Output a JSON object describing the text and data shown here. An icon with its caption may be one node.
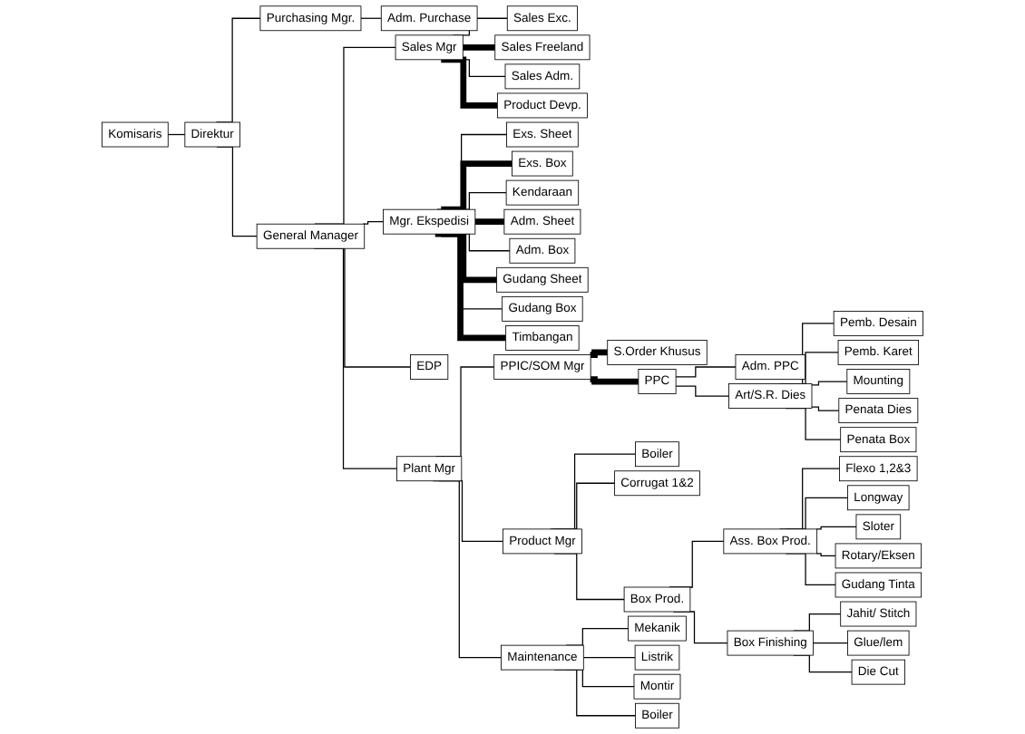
{
  "diagram": {
    "nodes": [
      {
        "text": [
          "Komisaris"
        ]
      },
      {
        "text": [
          "Direktur"
        ]
      },
      {
        "text": [
          "Purchasing Mgr."
        ]
      },
      {
        "text": [
          "Adm. Purchase"
        ]
      },
      {
        "text": [
          "General Manager"
        ]
      },
      {
        "text": [
          "Sales Mgr"
        ]
      },
      {
        "text": [
          "Mgr. Ekspedisi"
        ]
      },
      {
        "text": [
          "EDP"
        ]
      },
      {
        "text": [
          "Plant Mgr"
        ]
      },
      {
        "text": [
          "Sales Exc."
        ]
      },
      {
        "text": [
          "Exs. Sheet"
        ]
      },
      {
        "text": [
          "PPIC/SOM Mgr"
        ]
      },
      {
        "text": [
          "Product Mgr"
        ]
      },
      {
        "text": [
          "Maintenance"
        ]
      },
      {
        "text": [
          "Sales Freeland"
        ]
      },
      {
        "text": [
          "Exs. Box"
        ]
      },
      {
        "text": [
          "S.Order Khusus"
        ]
      },
      {
        "text": [
          "PPC"
        ]
      },
      {
        "text": [
          "Boiler"
        ]
      },
      {
        "text": [
          "Corrugat 1&2"
        ]
      },
      {
        "text": [
          "Box Prod."
        ]
      },
      {
        "text": [
          "Mekanik"
        ]
      },
      {
        "text": [
          "Sales Adm."
        ]
      },
      {
        "text": [
          "Kendaraan"
        ]
      },
      {
        "text": [
          "Adm. PPC"
        ]
      },
      {
        "text": [
          "Art/S.R. Dies"
        ]
      },
      {
        "text": [
          "Ass. Box Prod."
        ]
      },
      {
        "text": [
          "Box Finishing"
        ]
      },
      {
        "text": [
          "Listrik"
        ]
      },
      {
        "text": [
          "Product Devp."
        ]
      },
      {
        "text": [
          "Adm. Sheet"
        ]
      },
      {
        "text": [
          "Montir"
        ]
      },
      {
        "text": [
          "Pemb. Desain"
        ]
      },
      {
        "text": [
          "Flexo 1,2&3"
        ]
      },
      {
        "text": [
          "Jahit/ Stitch"
        ]
      },
      {
        "text": [
          "Boiler"
        ]
      },
      {
        "text": [
          "Adm. Box"
        ]
      },
      {
        "text": [
          "Pemb. Karet"
        ]
      },
      {
        "text": [
          "Longway"
        ]
      },
      {
        "text": [
          "Glue/lem"
        ]
      },
      {
        "text": [
          "Gudang Sheet"
        ]
      },
      {
        "text": [
          "Mounting"
        ]
      },
      {
        "text": [
          "Sloter"
        ]
      },
      {
        "text": [
          "Gudang Box"
        ]
      },
      {
        "text": [
          "Penata Dies"
        ]
      },
      {
        "text": [
          "Rotary/Eksen"
        ]
      },
      {
        "text": [
          "Die Cut"
        ]
      },
      {
        "text": [
          "Timbangan"
        ]
      },
      {
        "text": [
          "Penata Box"
        ]
      },
      {
        "text": [
          "Gudang Tinta"
        ]
      }
    ],
    "edges": [
      {
        "from": 0,
        "to": 1,
        "arrow": "none"
      },
      {
        "from": 1,
        "to": 2,
        "arrow": "none"
      },
      {
        "from": 2,
        "to": 3,
        "arrow": "none"
      },
      {
        "from": 1,
        "to": 4,
        "arrow": "none"
      },
      {
        "from": 4,
        "to": 5,
        "arrow": "none"
      },
      {
        "from": 4,
        "to": 6,
        "arrow": "none"
      },
      {
        "from": 4,
        "to": 7,
        "arrow": "none"
      },
      {
        "from": 4,
        "to": 8,
        "arrow": "none"
      },
      {
        "from": 5,
        "to": 9,
        "arrow": "none"
      },
      {
        "from": 5,
        "to": 14,
        "arrow": "none",
        "style": "thick"
      },
      {
        "from": 5,
        "to": 22,
        "arrow": "none"
      },
      {
        "from": 5,
        "to": 29,
        "arrow": "none",
        "style": "thick"
      },
      {
        "from": 6,
        "to": 10,
        "arrow": "none"
      },
      {
        "from": 6,
        "to": 15,
        "arrow": "none",
        "style": "thick"
      },
      {
        "from": 6,
        "to": 23,
        "arrow": "none"
      },
      {
        "from": 6,
        "to": 30,
        "arrow": "none",
        "style": "thick"
      },
      {
        "from": 6,
        "to": 36,
        "arrow": "none"
      },
      {
        "from": 6,
        "to": 40,
        "arrow": "none",
        "style": "thick"
      },
      {
        "from": 6,
        "to": 43,
        "arrow": "none"
      },
      {
        "from": 6,
        "to": 47,
        "arrow": "none",
        "style": "thick"
      },
      {
        "from": 8,
        "to": 11,
        "arrow": "none"
      },
      {
        "from": 8,
        "to": 12,
        "arrow": "none"
      },
      {
        "from": 8,
        "to": 13,
        "arrow": "none"
      },
      {
        "from": 11,
        "to": 16,
        "arrow": "none",
        "style": "thick"
      },
      {
        "from": 11,
        "to": 17,
        "arrow": "none",
        "style": "thick"
      },
      {
        "from": 12,
        "to": 18,
        "arrow": "none"
      },
      {
        "from": 12,
        "to": 19,
        "arrow": "none"
      },
      {
        "from": 12,
        "to": 20,
        "arrow": "none"
      },
      {
        "from": 13,
        "to": 21,
        "arrow": "none"
      },
      {
        "from": 13,
        "to": 28,
        "arrow": "none"
      },
      {
        "from": 13,
        "to": 31,
        "arrow": "none"
      },
      {
        "from": 13,
        "to": 35,
        "arrow": "none"
      },
      {
        "from": 17,
        "to": 24,
        "arrow": "none"
      },
      {
        "from": 17,
        "to": 25,
        "arrow": "none"
      },
      {
        "from": 20,
        "to": 26,
        "arrow": "none"
      },
      {
        "from": 20,
        "to": 27,
        "arrow": "none"
      },
      {
        "from": 25,
        "to": 32,
        "arrow": "none"
      },
      {
        "from": 25,
        "to": 37,
        "arrow": "none"
      },
      {
        "from": 25,
        "to": 41,
        "arrow": "none"
      },
      {
        "from": 25,
        "to": 44,
        "arrow": "none"
      },
      {
        "from": 25,
        "to": 48,
        "arrow": "none"
      },
      {
        "from": 26,
        "to": 33,
        "arrow": "none"
      },
      {
        "from": 26,
        "to": 38,
        "arrow": "none"
      },
      {
        "from": 26,
        "to": 42,
        "arrow": "none"
      },
      {
        "from": 26,
        "to": 45,
        "arrow": "none"
      },
      {
        "from": 26,
        "to": 49,
        "arrow": "none"
      },
      {
        "from": 27,
        "to": 34,
        "arrow": "none"
      },
      {
        "from": 27,
        "to": 39,
        "arrow": "none"
      },
      {
        "from": 27,
        "to": 46,
        "arrow": "none"
      }
    ]
  }
}
